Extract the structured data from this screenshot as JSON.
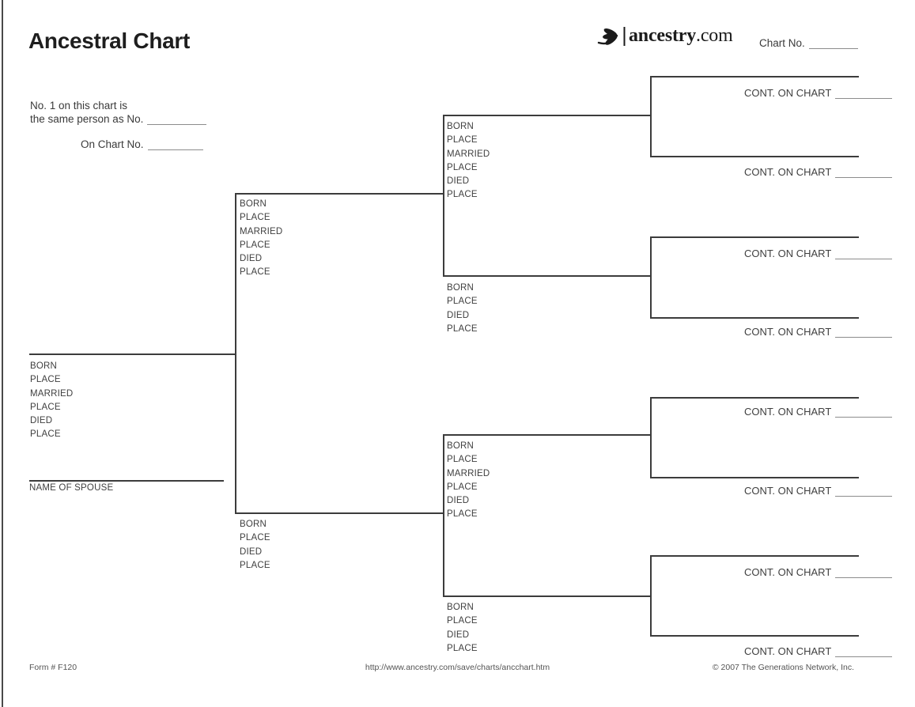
{
  "header": {
    "title": "Ancestral Chart",
    "logo_name": "ancestry",
    "logo_tld": ".com",
    "chart_no_label": "Chart No."
  },
  "reference": {
    "line1": "No. 1 on this chart is",
    "line2": "the same person as No.",
    "line3": "On Chart No."
  },
  "tree": {
    "cont_label": "CONT. ON CHART",
    "person": {
      "fields": [
        "BORN",
        "PLACE",
        "MARRIED",
        "PLACE",
        "DIED",
        "PLACE"
      ],
      "spouse_label": "NAME OF SPOUSE"
    },
    "father": {
      "fields": [
        "BORN",
        "PLACE",
        "MARRIED",
        "PLACE",
        "DIED",
        "PLACE"
      ]
    },
    "mother": {
      "fields": [
        "BORN",
        "PLACE",
        "DIED",
        "PLACE"
      ]
    },
    "paternal_grandfather": {
      "fields": [
        "BORN",
        "PLACE",
        "MARRIED",
        "PLACE",
        "DIED",
        "PLACE"
      ]
    },
    "paternal_grandmother": {
      "fields": [
        "BORN",
        "PLACE",
        "DIED",
        "PLACE"
      ]
    },
    "maternal_grandfather": {
      "fields": [
        "BORN",
        "PLACE",
        "MARRIED",
        "PLACE",
        "DIED",
        "PLACE"
      ]
    },
    "maternal_grandmother": {
      "fields": [
        "BORN",
        "PLACE",
        "DIED",
        "PLACE"
      ]
    }
  },
  "footer": {
    "form_number": "Form # F120",
    "url": "http://www.ancestry.com/save/charts/ancchart.htm",
    "copyright": "© 2007 The Generations Network, Inc."
  },
  "colors": {
    "tree_line": "#3c3c3c",
    "label_text": "#3f3f3f",
    "blank_underline": "#8c8c8c",
    "logo_ink": "#1b1b1b"
  }
}
